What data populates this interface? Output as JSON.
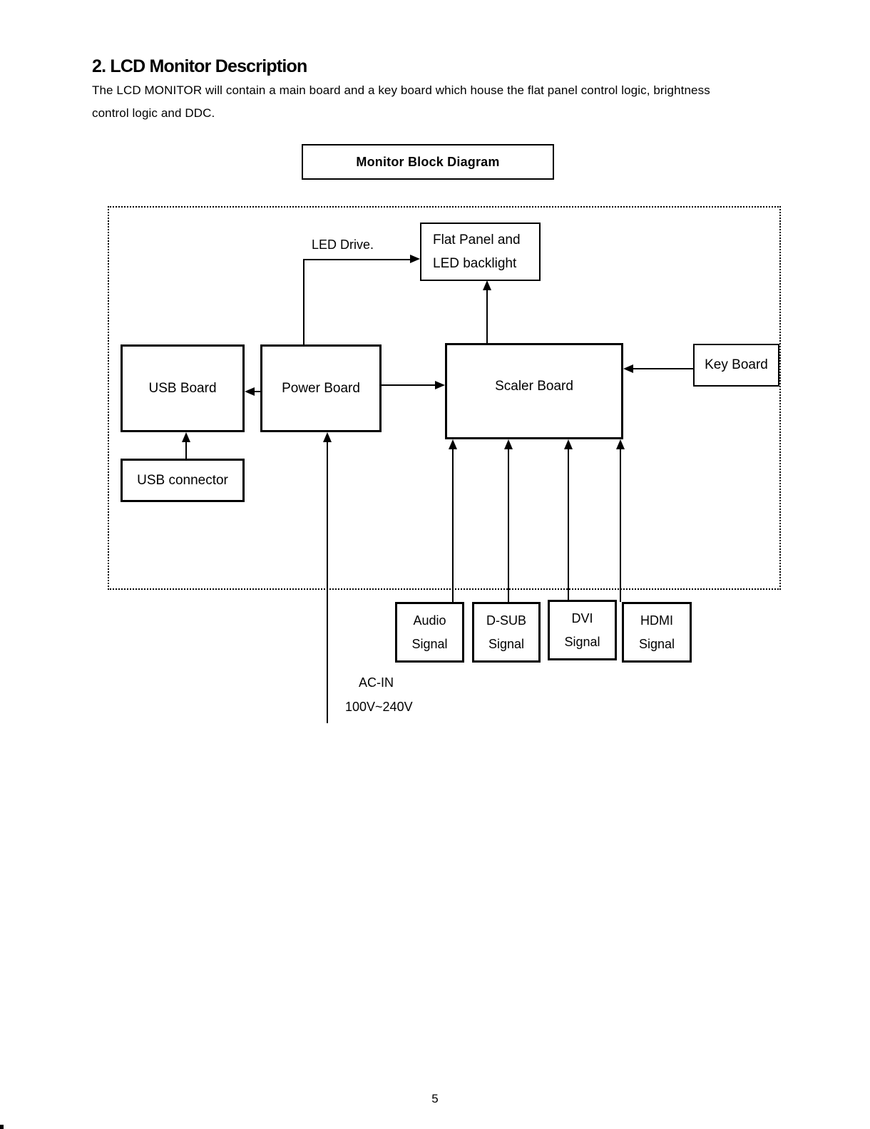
{
  "page": {
    "heading": "2. LCD Monitor Description",
    "paragraph_line1": "The LCD MONITOR will contain a main board and a key board which house the flat panel control logic, brightness",
    "paragraph_line2": "control logic and DDC.",
    "page_number": "5"
  },
  "diagram": {
    "title": "Monitor Block Diagram",
    "blocks": {
      "flat_panel": {
        "line1": "Flat Panel and",
        "line2": "LED backlight"
      },
      "usb_board": {
        "label": "USB Board"
      },
      "power_board": {
        "label": "Power Board"
      },
      "scaler_board": {
        "label": "Scaler Board"
      },
      "key_board": {
        "label": "Key Board"
      },
      "usb_connector": {
        "label": "USB connector"
      },
      "audio_signal": {
        "line1": "Audio",
        "line2": "Signal"
      },
      "dsub_signal": {
        "line1": "D-SUB",
        "line2": "Signal"
      },
      "dvi_signal": {
        "line1": "DVI",
        "line2": "Signal"
      },
      "hdmi_signal": {
        "line1": "HDMI",
        "line2": "Signal"
      }
    },
    "labels": {
      "led_drive": "LED Drive.",
      "ac_in": "AC-IN",
      "ac_voltage": "100V~240V"
    },
    "colors": {
      "line": "#000000",
      "background": "#ffffff",
      "text": "#000000"
    }
  }
}
